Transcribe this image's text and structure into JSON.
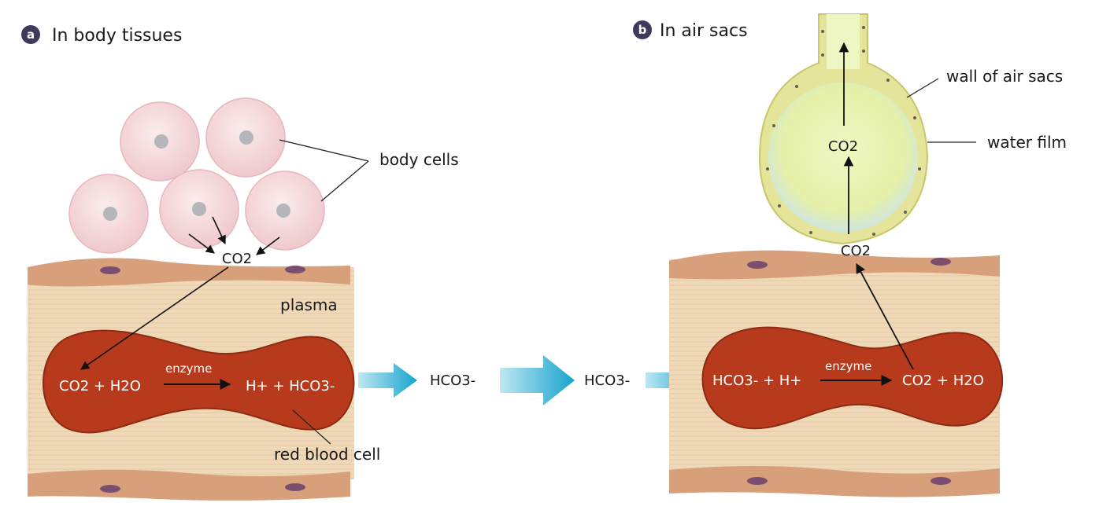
{
  "panel_a": {
    "badge": "a",
    "title": "In body tissues",
    "label_body_cells": "body cells",
    "label_plasma": "plasma",
    "label_red_blood_cell": "red blood cell",
    "co2_label": "CO2",
    "equation": {
      "left": "CO2 + H2O",
      "enzyme": "enzyme",
      "right": "H+ + HCO3-"
    }
  },
  "transport": {
    "hco3_label_1": "HCO3-",
    "hco3_label_2": "HCO3-"
  },
  "panel_b": {
    "badge": "b",
    "title": "In air sacs",
    "label_wall": "wall of air sacs",
    "label_water_film": "water film",
    "co2_inside": "CO2",
    "co2_edge": "CO2",
    "equation": {
      "left": "HCO3- + H+",
      "enzyme": "enzyme",
      "right": "CO2 + H2O"
    }
  },
  "colors": {
    "vessel_wall": "#d7a07b",
    "plasma": "#efd9b8",
    "red_blood_cell": "#b83a1c",
    "body_cell": "#f4d6d8",
    "nucleus": "#b5b5bc",
    "air_sac_wall": "#e4e49a",
    "water_film": "#d8ecd9",
    "arrow_cyan": "#1aa7cf",
    "badge": "#3e3a5c"
  }
}
